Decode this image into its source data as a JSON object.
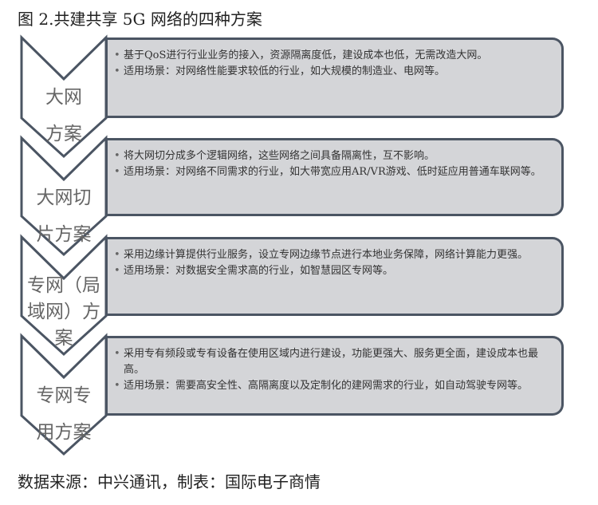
{
  "title": "图 2.共建共享 5G 网络的四种方案",
  "source": "数据来源：中兴通讯，制表：国际电子商情",
  "colors": {
    "box_fill": "#d4d5d8",
    "stroke": "#4b5563",
    "label": "#666666"
  },
  "schemes": [
    {
      "label_lines": [
        "大网",
        "方案"
      ],
      "items": [
        "基于QoS进行行业业务的接入，资源隔离度低，建设成本也低，无需改造大网。",
        "适用场景：对网络性能要求较低的行业，如大规模的制造业、电网等。"
      ]
    },
    {
      "label_lines": [
        "大网切",
        "片方案"
      ],
      "items": [
        "将大网切分成多个逻辑网络，这些网络之间具备隔离性，互不影响。",
        "适用场景：对网络不同需求的行业，如大带宽应用AR/VR游戏、低时延应用普通车联网等。"
      ]
    },
    {
      "label_lines": [
        "专网（局",
        "域网）方",
        "案"
      ],
      "items": [
        "采用边缘计算提供行业服务，设立专网边缘节点进行本地业务保障，网络计算能力更强。",
        "适用场景：对数据安全需求高的行业，如智慧园区专网等。"
      ]
    },
    {
      "label_lines": [
        "专网专",
        "用方案"
      ],
      "items": [
        "采用专有频段或专有设备在使用区域内进行建设，功能更强大、服务更全面，建设成本也最高。",
        "适用场景：需要高安全性、高隔离度以及定制化的建网需求的行业，如自动驾驶专网等。"
      ]
    }
  ]
}
